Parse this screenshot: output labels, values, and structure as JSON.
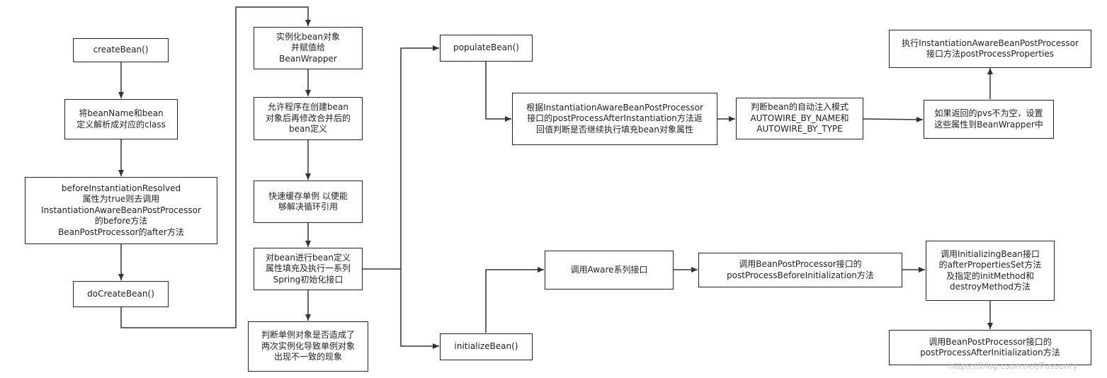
{
  "nodes": {
    "createBean": "createBean()",
    "resolveClass": "将beanName和bean\n定义解析成对应的class",
    "beforeInstantiation": "beforeInstantiationResolved\n属性为true则去调用\nInstantiationAwareBeanPostProcessor\n的before方法\nBeanPostProcessor的after方法",
    "doCreateBean": "doCreateBean()",
    "instantiate": "实例化bean对象\n并赋值给\nBeanWrapper",
    "mergedDefinition": "允许程序在创建bean\n对象后再修改合并后的\nbean定义",
    "earlySingleton": "快速缓存单例 以便能\n够解决循环引用",
    "populateInit": "对bean进行bean定义\n属性填充及执行一系列\nSpring初始化接口",
    "checkSingleton": "判断单例对象是否造成了\n两次实例化导致单例对象\n出现不一致的现象",
    "populateBean": "populateBean()",
    "afterInstantiation": "根据InstantiationAwareBeanPostProcessor\n接口的postProcessAfterInstantiation方法返\n回值判断是否继续执行填充bean对象属性",
    "autowireMode": "判断bean的自动注入模式\nAUTOWIRE_BY_NAME和\nAUTOWIRE_BY_TYPE",
    "setPvs": "如果返回的pvs不为空，设置\n这些属性到BeanWrapper中",
    "postProcessProperties": "执行InstantiationAwareBeanPostProcessor\n接口方法postProcessProperties",
    "initializeBean": "initializeBean()",
    "awareInterfaces": "调用Aware系列接口",
    "beforeInitialization": "调用BeanPostProcessor接口的\npostProcessBeforeInitialization方法",
    "initializingBean": "调用InitializingBean接口\n的afterPropertiesSet方法\n及指定的initMethod和\ndestroyMethod方法",
    "afterInitialization": "调用BeanPostProcessor接口的\npostProcessAfterInitialization方法"
  },
  "watermark": "https://blog.csdn.net/Passenty",
  "colors": {
    "stroke": "#222222",
    "background": "#ffffff"
  }
}
